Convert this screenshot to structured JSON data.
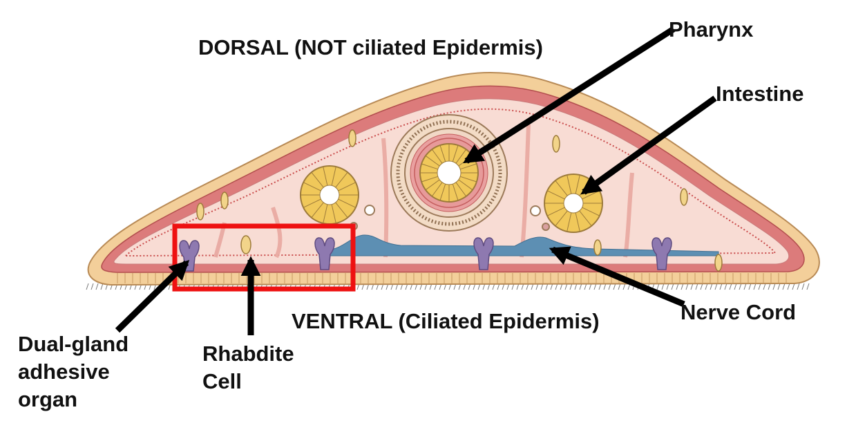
{
  "labels": {
    "dorsal": "DORSAL (NOT ciliated Epidermis)",
    "ventral": "VENTRAL (Ciliated Epidermis)",
    "pharynx": "Pharynx",
    "intestine": "Intestine",
    "nerve_cord": "Nerve Cord",
    "rhabdite": [
      "Rhabdite",
      "Cell"
    ],
    "dual_gland": [
      "Dual-gland",
      "adhesive",
      "organ"
    ]
  },
  "colors": {
    "epidermis": "#f3cf9a",
    "epidermis_edge": "#b88a55",
    "muscle_band": "#dc7b7b",
    "parenchyma": "#f8dcd4",
    "nerve_cord": "#5d8fb3",
    "gland": "#8e79b0",
    "intestine_yellow": "#f0c85a",
    "highlight_box": "#ee1111",
    "arrow": "#000000"
  }
}
